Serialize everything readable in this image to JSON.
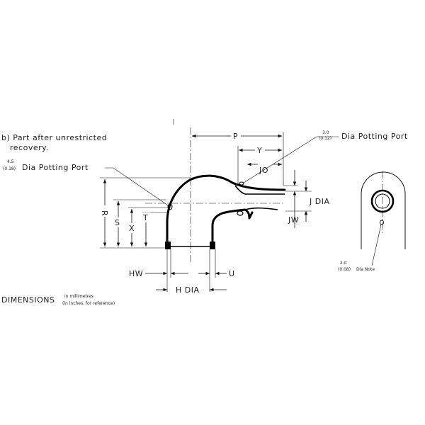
{
  "caption": {
    "line1": "b) Part after unrestricted",
    "line2": "recovery."
  },
  "potting_port_right": {
    "value_mm": "3.0",
    "value_in": "(0.12)",
    "text": "Dia Potting Port"
  },
  "potting_port_left": {
    "value_mm": "4.5",
    "value_in": "(0.18)",
    "text": "Dia Potting Port"
  },
  "dimension_labels": {
    "P": "P",
    "Y": "Y",
    "JO": "JO",
    "J_DIA": "J DIA",
    "JW": "JW",
    "R": "R",
    "S": "S",
    "X": "X",
    "T": "T",
    "HW": "HW",
    "U": "U",
    "H_DIA": "H DIA"
  },
  "dia_note": {
    "value_mm": "2.0",
    "value_in": "(0.08)",
    "text": "Dia Note"
  },
  "units_note": {
    "title": "DIMENSIONS",
    "line1": "in millimetres",
    "line2": "(in inches, for reference)"
  }
}
